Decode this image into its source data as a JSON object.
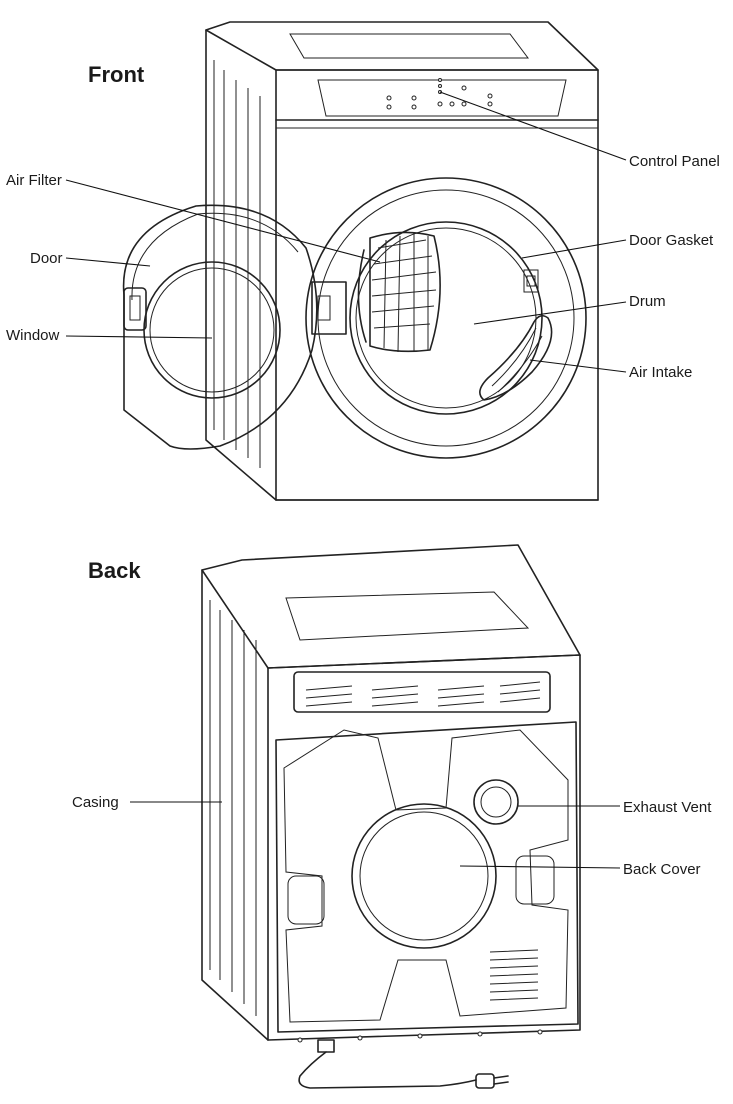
{
  "sections": {
    "front": "Front",
    "back": "Back"
  },
  "labels": {
    "control_panel": "Control Panel",
    "air_filter": "Air Filter",
    "door_gasket": "Door Gasket",
    "door": "Door",
    "drum": "Drum",
    "window": "Window",
    "air_intake": "Air Intake",
    "casing": "Casing",
    "exhaust_vent": "Exhaust Vent",
    "back_cover": "Back Cover"
  }
}
